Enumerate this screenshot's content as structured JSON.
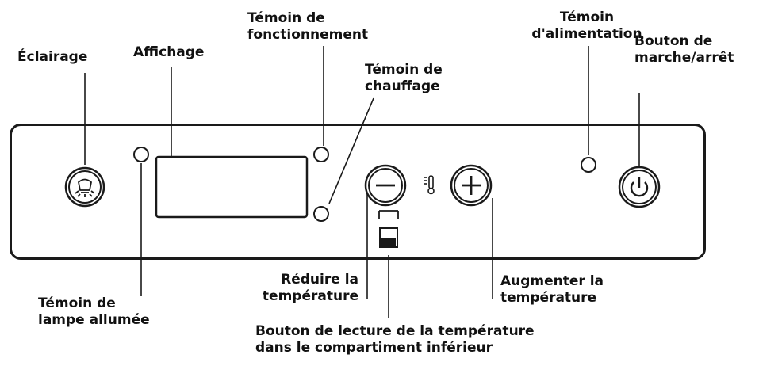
{
  "labels": {
    "eclairage": "Éclairage",
    "affichage": "Affichage",
    "temoin_fonctionnement": [
      "Témoin de",
      "fonctionnement"
    ],
    "temoin_chauffage": [
      "Témoin de",
      "chauffage"
    ],
    "temoin_alimentation": [
      "Témoin",
      "d'alimentation"
    ],
    "bouton_marche_arret": [
      "Bouton de",
      "marche/arrêt"
    ],
    "temoin_lampe": [
      "Témoin de",
      "lampe allumée"
    ],
    "reduire_temperature": [
      "Réduire la",
      "température"
    ],
    "augmenter_temperature": [
      "Augmenter la",
      "température"
    ],
    "bouton_lecture": [
      "Bouton de lecture de la température",
      "dans le compartiment inférieur"
    ]
  },
  "icons": {
    "light_button": "lamp-icon",
    "minus_button": "minus-icon",
    "plus_button": "plus-icon",
    "power_button": "power-icon",
    "thermometer": "thermometer-icon",
    "lower_compartment": "lower-compartment-icon"
  },
  "colors": {
    "ink": "#1a1a1a",
    "background": "#ffffff"
  }
}
